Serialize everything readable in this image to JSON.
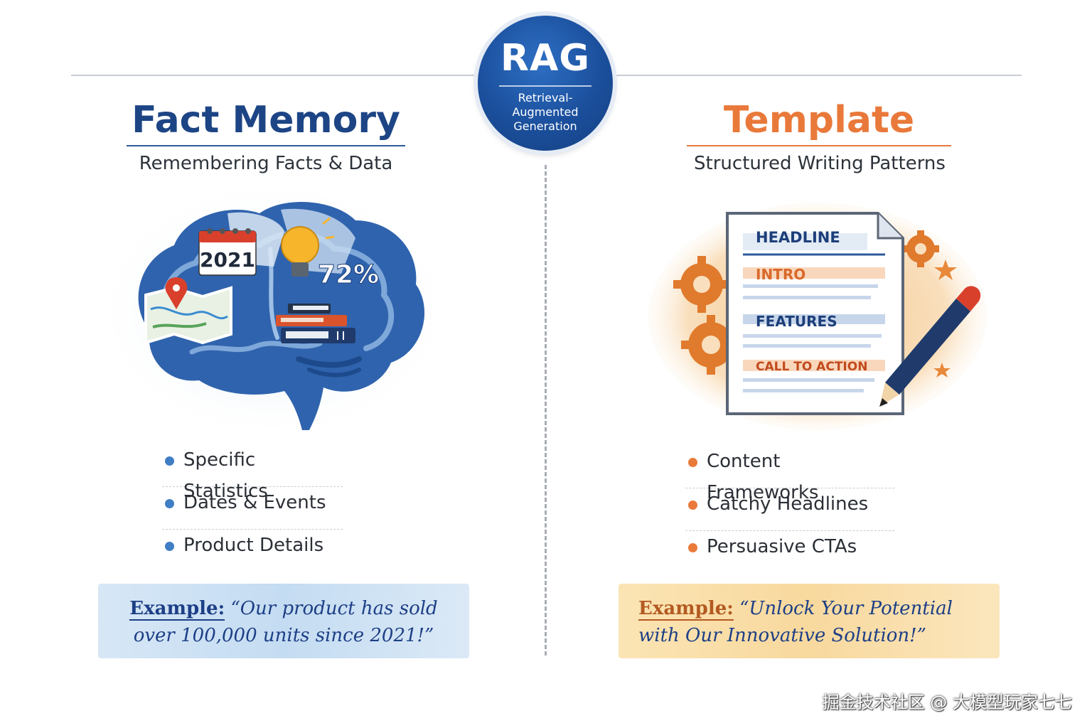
{
  "rag": {
    "title": "RAG",
    "subtitle_lines": [
      "Retrieval-",
      "Augmented",
      "Generation"
    ]
  },
  "fact": {
    "title": "Fact Memory",
    "subtitle": "Remembering Facts & Data",
    "illustration": {
      "calendar_year": "2021",
      "stat": "72%",
      "icons": [
        "brain-icon",
        "calendar-icon",
        "lightbulb-icon",
        "map-icon",
        "location-pin-icon",
        "books-icon"
      ]
    },
    "bullets": [
      "Specific Statistics",
      "Dates & Events",
      "Product Details"
    ],
    "example_label": "Example:",
    "example_text": "“Our product has sold over 100,000 units since 2021!”"
  },
  "template": {
    "title": "Template",
    "subtitle": "Structured Writing Patterns",
    "illustration": {
      "sections": [
        "HEADLINE",
        "INTRO",
        "FEATURES",
        "CALL TO ACTION"
      ],
      "icons": [
        "document-icon",
        "gear-icon",
        "pencil-icon",
        "star-icon"
      ]
    },
    "bullets": [
      "Content Frameworks",
      "Catchy Headlines",
      "Persuasive CTAs"
    ],
    "example_label": "Example:",
    "example_text": "“Unlock Your Potential with Our Innovative Solution!”"
  },
  "colors": {
    "fact_accent": "#1d4585",
    "template_accent": "#e9793a",
    "rag_badge": "#1b4f9c"
  },
  "watermark": "掘金技术社区 @ 大模型玩家七七"
}
